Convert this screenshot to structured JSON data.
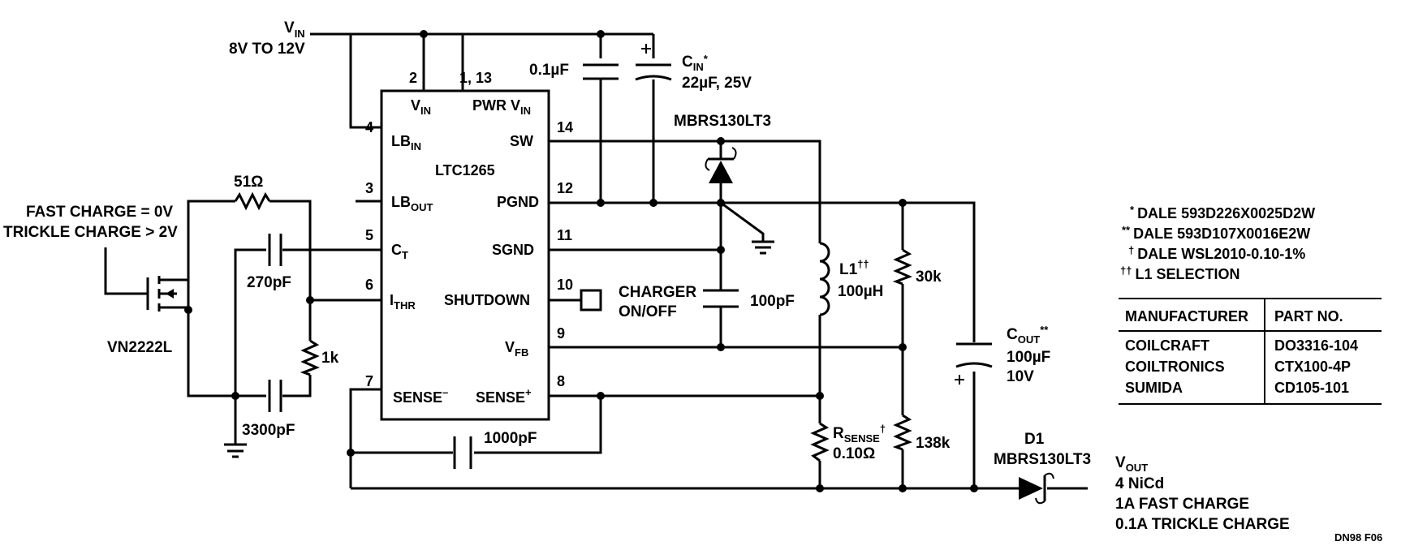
{
  "vin": {
    "label": "V",
    "sub": "IN",
    "range": "8V TO 12V"
  },
  "ic": {
    "name": "LTC1265",
    "pins": {
      "vin": {
        "num": "2",
        "name": "V",
        "sub": "IN"
      },
      "pwrvin": {
        "num": "1, 13",
        "name": "PWR V",
        "sub": "IN"
      },
      "lbin": {
        "num": "4",
        "name": "LB",
        "sub": "IN"
      },
      "sw": {
        "num": "14",
        "name": "SW"
      },
      "lbout": {
        "num": "3",
        "name": "LB",
        "sub": "OUT"
      },
      "pgnd": {
        "num": "12",
        "name": "PGND"
      },
      "ct": {
        "num": "5",
        "name": "C",
        "sub": "T"
      },
      "sgnd": {
        "num": "11",
        "name": "SGND"
      },
      "ithr": {
        "num": "6",
        "name": "I",
        "sub": "THR"
      },
      "shutdown": {
        "num": "10",
        "name": "SHUTDOWN"
      },
      "vfb": {
        "num": "9",
        "name": "V",
        "sub": "FB"
      },
      "senseneg": {
        "num": "7",
        "name": "SENSE",
        "sup": "–"
      },
      "sensepos": {
        "num": "8",
        "name": "SENSE",
        "sup": "+"
      }
    }
  },
  "components": {
    "cin_small": "0.1µF",
    "cin": {
      "name": "C",
      "sub": "IN",
      "sup": "*",
      "value": "22µF, 25V"
    },
    "schottky_top": "MBRS130LT3",
    "r51": "51Ω",
    "c270": "270pF",
    "c3300": "3300pF",
    "r1k": "1k",
    "fet": "VN2222L",
    "c1000": "1000pF",
    "c100p": "100pF",
    "l1": {
      "name": "L1",
      "sup": "††",
      "value": "100µH"
    },
    "r30k": "30k",
    "r138k": "138k",
    "rsense": {
      "name": "R",
      "sub": "SENSE",
      "sup": "†",
      "value": "0.10Ω"
    },
    "cout": {
      "name": "C",
      "sub": "OUT",
      "sup": "**",
      "value": "100µF",
      "voltage": "10V"
    },
    "d1": {
      "name": "D1",
      "part": "MBRS130LT3"
    }
  },
  "labels": {
    "fast_charge": "FAST CHARGE = 0V",
    "trickle_charge": "TRICKLE CHARGE > 2V",
    "charger": "CHARGER",
    "charger_onoff": "ON/OFF",
    "vout": {
      "name": "V",
      "sub": "OUT"
    },
    "vout_lines": [
      "4 NiCd",
      "1A FAST CHARGE",
      "0.1A TRICKLE CHARGE"
    ],
    "figure_id": "DN98 F06"
  },
  "notes": [
    {
      "mark": "*",
      "text": "DALE 593D226X0025D2W"
    },
    {
      "mark": "**",
      "text": "DALE 593D107X0016E2W"
    },
    {
      "mark": "†",
      "text": "DALE WSL2010-0.10-1%"
    },
    {
      "mark": "††",
      "text": "L1 SELECTION"
    }
  ],
  "table": {
    "headers": [
      "MANUFACTURER",
      "PART NO."
    ],
    "rows": [
      [
        "COILCRAFT",
        "DO3316-104"
      ],
      [
        "COILTRONICS",
        "CTX100-4P"
      ],
      [
        "SUMIDA",
        "CD105-101"
      ]
    ]
  }
}
